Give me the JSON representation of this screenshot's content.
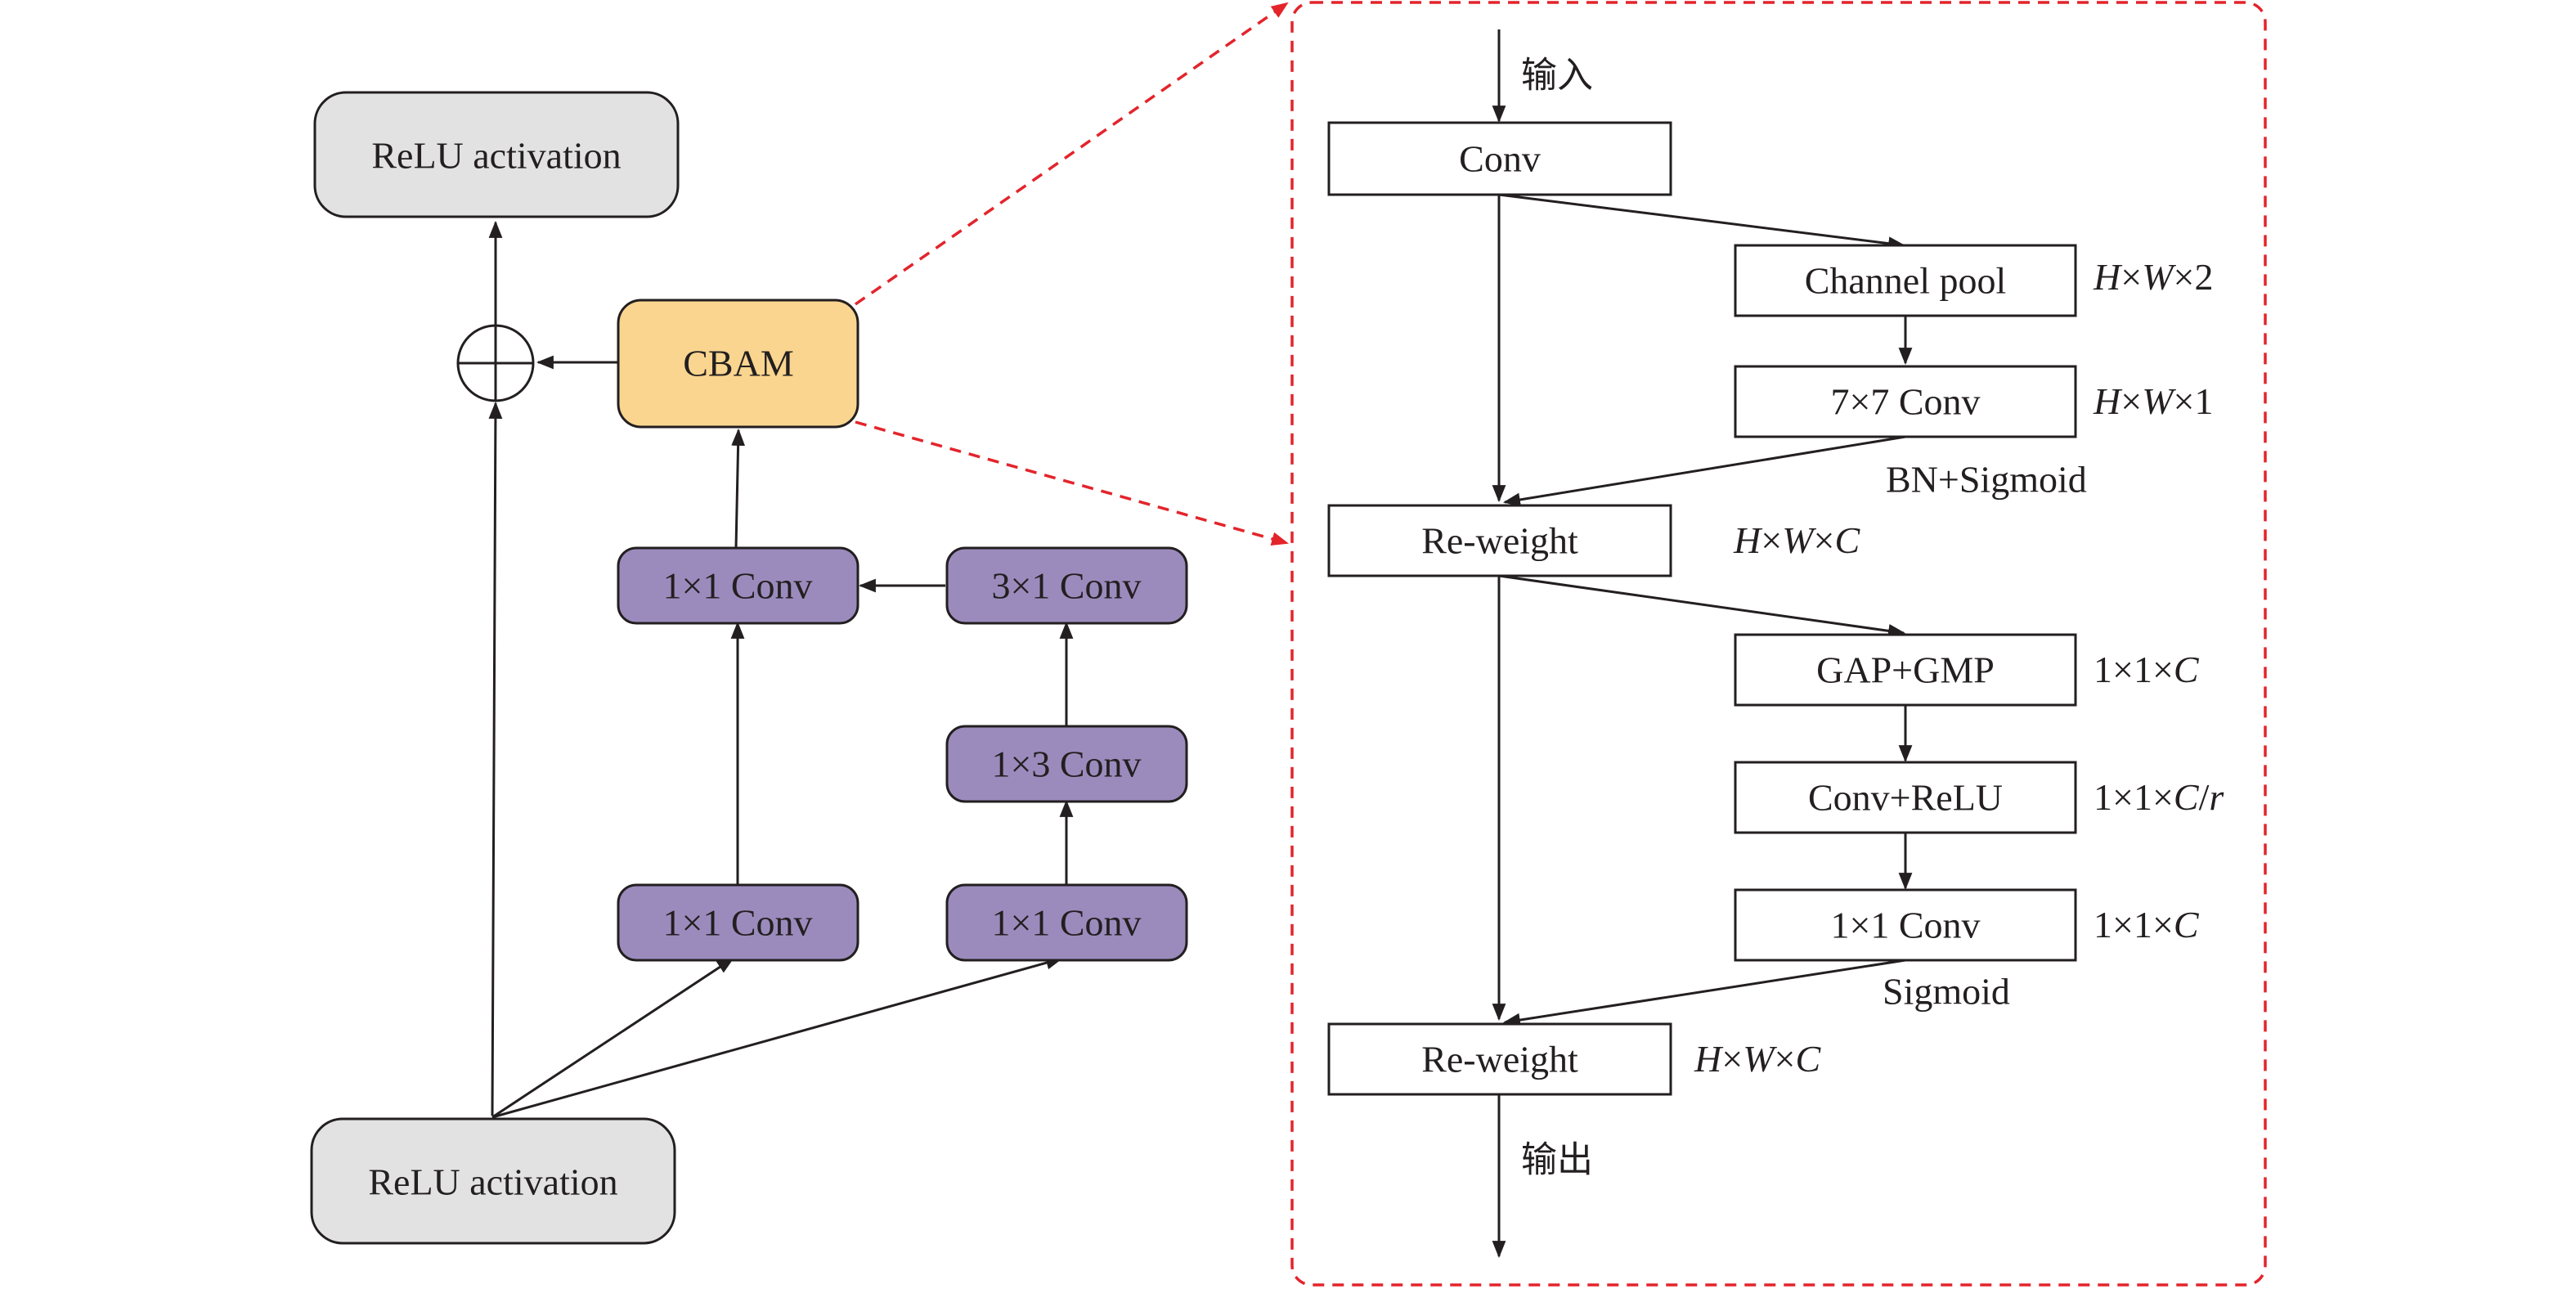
{
  "left": {
    "relu_top": "ReLU activation",
    "relu_bottom": "ReLU activation",
    "cbam": "CBAM",
    "conv1x1_mid": "1×1 Conv",
    "conv3x1": "3×1 Conv",
    "conv1x3": "1×3 Conv",
    "conv1x1_left_bottom": "1×1 Conv",
    "conv1x1_right_bottom": "1×1 Conv"
  },
  "right": {
    "input": "输入",
    "output": "输出",
    "conv": "Conv",
    "channel_pool": "Channel pool",
    "channel_pool_dim": {
      "a": "H",
      "b": "W",
      "c": "2"
    },
    "conv7x7": "7×7 Conv",
    "conv7x7_dim": {
      "a": "H",
      "b": "W",
      "c": "1"
    },
    "bn_sigmoid": "BN+Sigmoid",
    "reweight_1": "Re-weight",
    "reweight_1_dim": {
      "a": "H",
      "b": "W",
      "c": "C"
    },
    "gap_gmp": "GAP+GMP",
    "gap_gmp_dim": {
      "a": "1",
      "b": "1",
      "c": "C"
    },
    "conv_relu": "Conv+ReLU",
    "conv_relu_dim": {
      "a": "1",
      "b": "1",
      "c": "C",
      "d": "r"
    },
    "conv1x1": "1×1 Conv",
    "conv1x1_dim": {
      "a": "1",
      "b": "1",
      "c": "C"
    },
    "sigmoid": "Sigmoid",
    "reweight_2": "Re-weight",
    "reweight_2_dim": {
      "a": "H",
      "b": "W",
      "c": "C"
    }
  },
  "colors": {
    "relu_fill": "#e2e2e2",
    "conv_fill": "#9b8bbd",
    "cbam_fill": "#f9d58f",
    "zoom_dash": "#e3242b"
  }
}
